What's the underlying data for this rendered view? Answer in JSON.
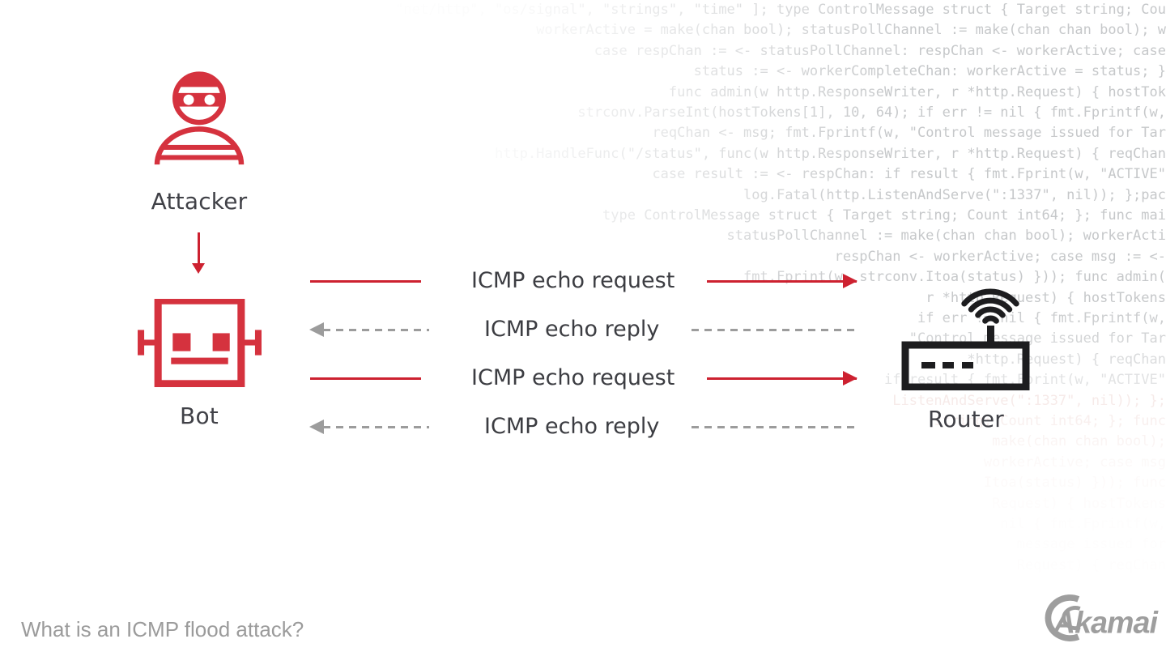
{
  "colors": {
    "arrow_red": "#cd2130",
    "icon_red": "#d5323e",
    "router_black": "#1d1d1f",
    "reply_gray": "#9c9c9c",
    "label_dark": "#3c3d42",
    "caption_gray": "#9b9b9b",
    "code_gray": "#c6c8ca"
  },
  "nodes": {
    "attacker": {
      "label": "Attacker",
      "icon": "attacker-bandit-icon"
    },
    "bot": {
      "label": "Bot",
      "icon": "bot-robot-icon"
    },
    "router": {
      "label": "Router",
      "icon": "router-wifi-icon"
    }
  },
  "flows": [
    {
      "label": "ICMP echo request",
      "type": "request",
      "direction": "right"
    },
    {
      "label": "ICMP echo reply",
      "type": "reply",
      "direction": "left"
    },
    {
      "label": "ICMP echo request",
      "type": "request",
      "direction": "right"
    },
    {
      "label": "ICMP echo reply",
      "type": "reply",
      "direction": "left"
    }
  ],
  "caption": {
    "text": "What is an ICMP flood attack?"
  },
  "logo": {
    "text": "Akamai"
  },
  "background_code": {
    "lines": [
      "\"net/http\", \"os/signal\", \"strings\", \"time\" ]; type ControlMessage struct { Target string; Cou",
      "workerActive = make(chan bool); statusPollChannel := make(chan chan bool); w",
      "case respChan := <- statusPollChannel: respChan <- workerActive; case",
      "status := <- workerCompleteChan: workerActive = status; }",
      "func admin(w http.ResponseWriter, r *http.Request) { hostTok",
      "strconv.ParseInt(hostTokens[1], 10, 64); if err != nil { fmt.Fprintf(w,",
      "reqChan <- msg; fmt.Fprintf(w, \"Control message issued for Tar",
      "http.HandleFunc(\"/status\", func(w http.ResponseWriter, r *http.Request) { reqChan",
      "case result := <- respChan: if result { fmt.Fprint(w, \"ACTIVE\"",
      "log.Fatal(http.ListenAndServe(\":1337\", nil)); };pac",
      "type ControlMessage struct { Target string; Count int64; }; func mai",
      "statusPollChannel := make(chan chan bool); workerActi",
      "respChan <- workerActive; case msg := <-",
      "fmt.Fprint(w, strconv.Itoa(status) })); func admin(",
      "r *http.Request) { hostTokens",
      "if err != nil { fmt.Fprintf(w,",
      "\"Control message issued for Tar",
      "*http.Request) { reqChan",
      "if result { fmt.Fprint(w, \"ACTIVE\"",
      "ListenAndServe(\":1337\", nil)); };",
      "string; Count int64; }; func",
      "make(chan chan bool);",
      "workerActive; case msg",
      "Itoa(status) })); func",
      "Request) { hostTokens",
      "nil { fmt.Fprintf(w,",
      "message issued for",
      "Request) { reqChan"
    ]
  }
}
